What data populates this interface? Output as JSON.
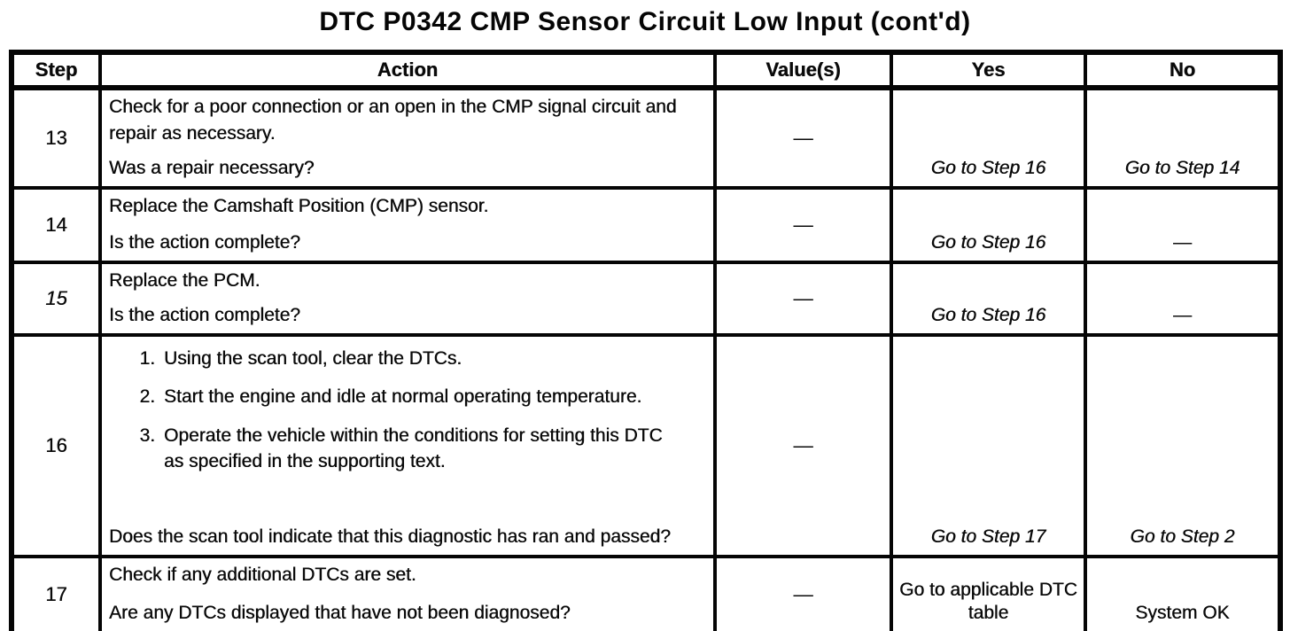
{
  "title": "DTC P0342 CMP Sensor Circuit Low Input (cont'd)",
  "table": {
    "headers": [
      "Step",
      "Action",
      "Value(s)",
      "Yes",
      "No"
    ],
    "rows": [
      {
        "step": "13",
        "action": "Check for a poor connection or an open in the CMP signal circuit and repair as necessary.",
        "question": "Was a repair necessary?",
        "value": "—",
        "yes": "Go to Step 16",
        "no": "Go to Step 14"
      },
      {
        "step": "14",
        "action": "Replace the Camshaft Position (CMP) sensor.",
        "question": "Is the action complete?",
        "value": "—",
        "yes": "Go to Step 16",
        "no": "—"
      },
      {
        "step": "15",
        "action": "Replace the PCM.",
        "question": "Is the action complete?",
        "value": "—",
        "yes": "Go to Step 16",
        "no": "—"
      },
      {
        "step": "16",
        "list_items": [
          {
            "num": "1.",
            "text": "Using the scan tool, clear the DTCs."
          },
          {
            "num": "2.",
            "text": "Start the engine and idle at normal operating temperature."
          },
          {
            "num": "3.",
            "text": "Operate the vehicle within the conditions for setting this DTC as specified in the supporting text."
          }
        ],
        "question": "Does the scan tool indicate that this diagnostic has ran and passed?",
        "value": "—",
        "yes": "Go to Step 17",
        "no": "Go to Step 2"
      },
      {
        "step": "17",
        "action": "Check if any additional DTCs are set.",
        "question": "Are any DTCs displayed that have not been diagnosed?",
        "value": "—",
        "yes": "Go to applicable DTC table",
        "no": "System OK"
      }
    ]
  }
}
